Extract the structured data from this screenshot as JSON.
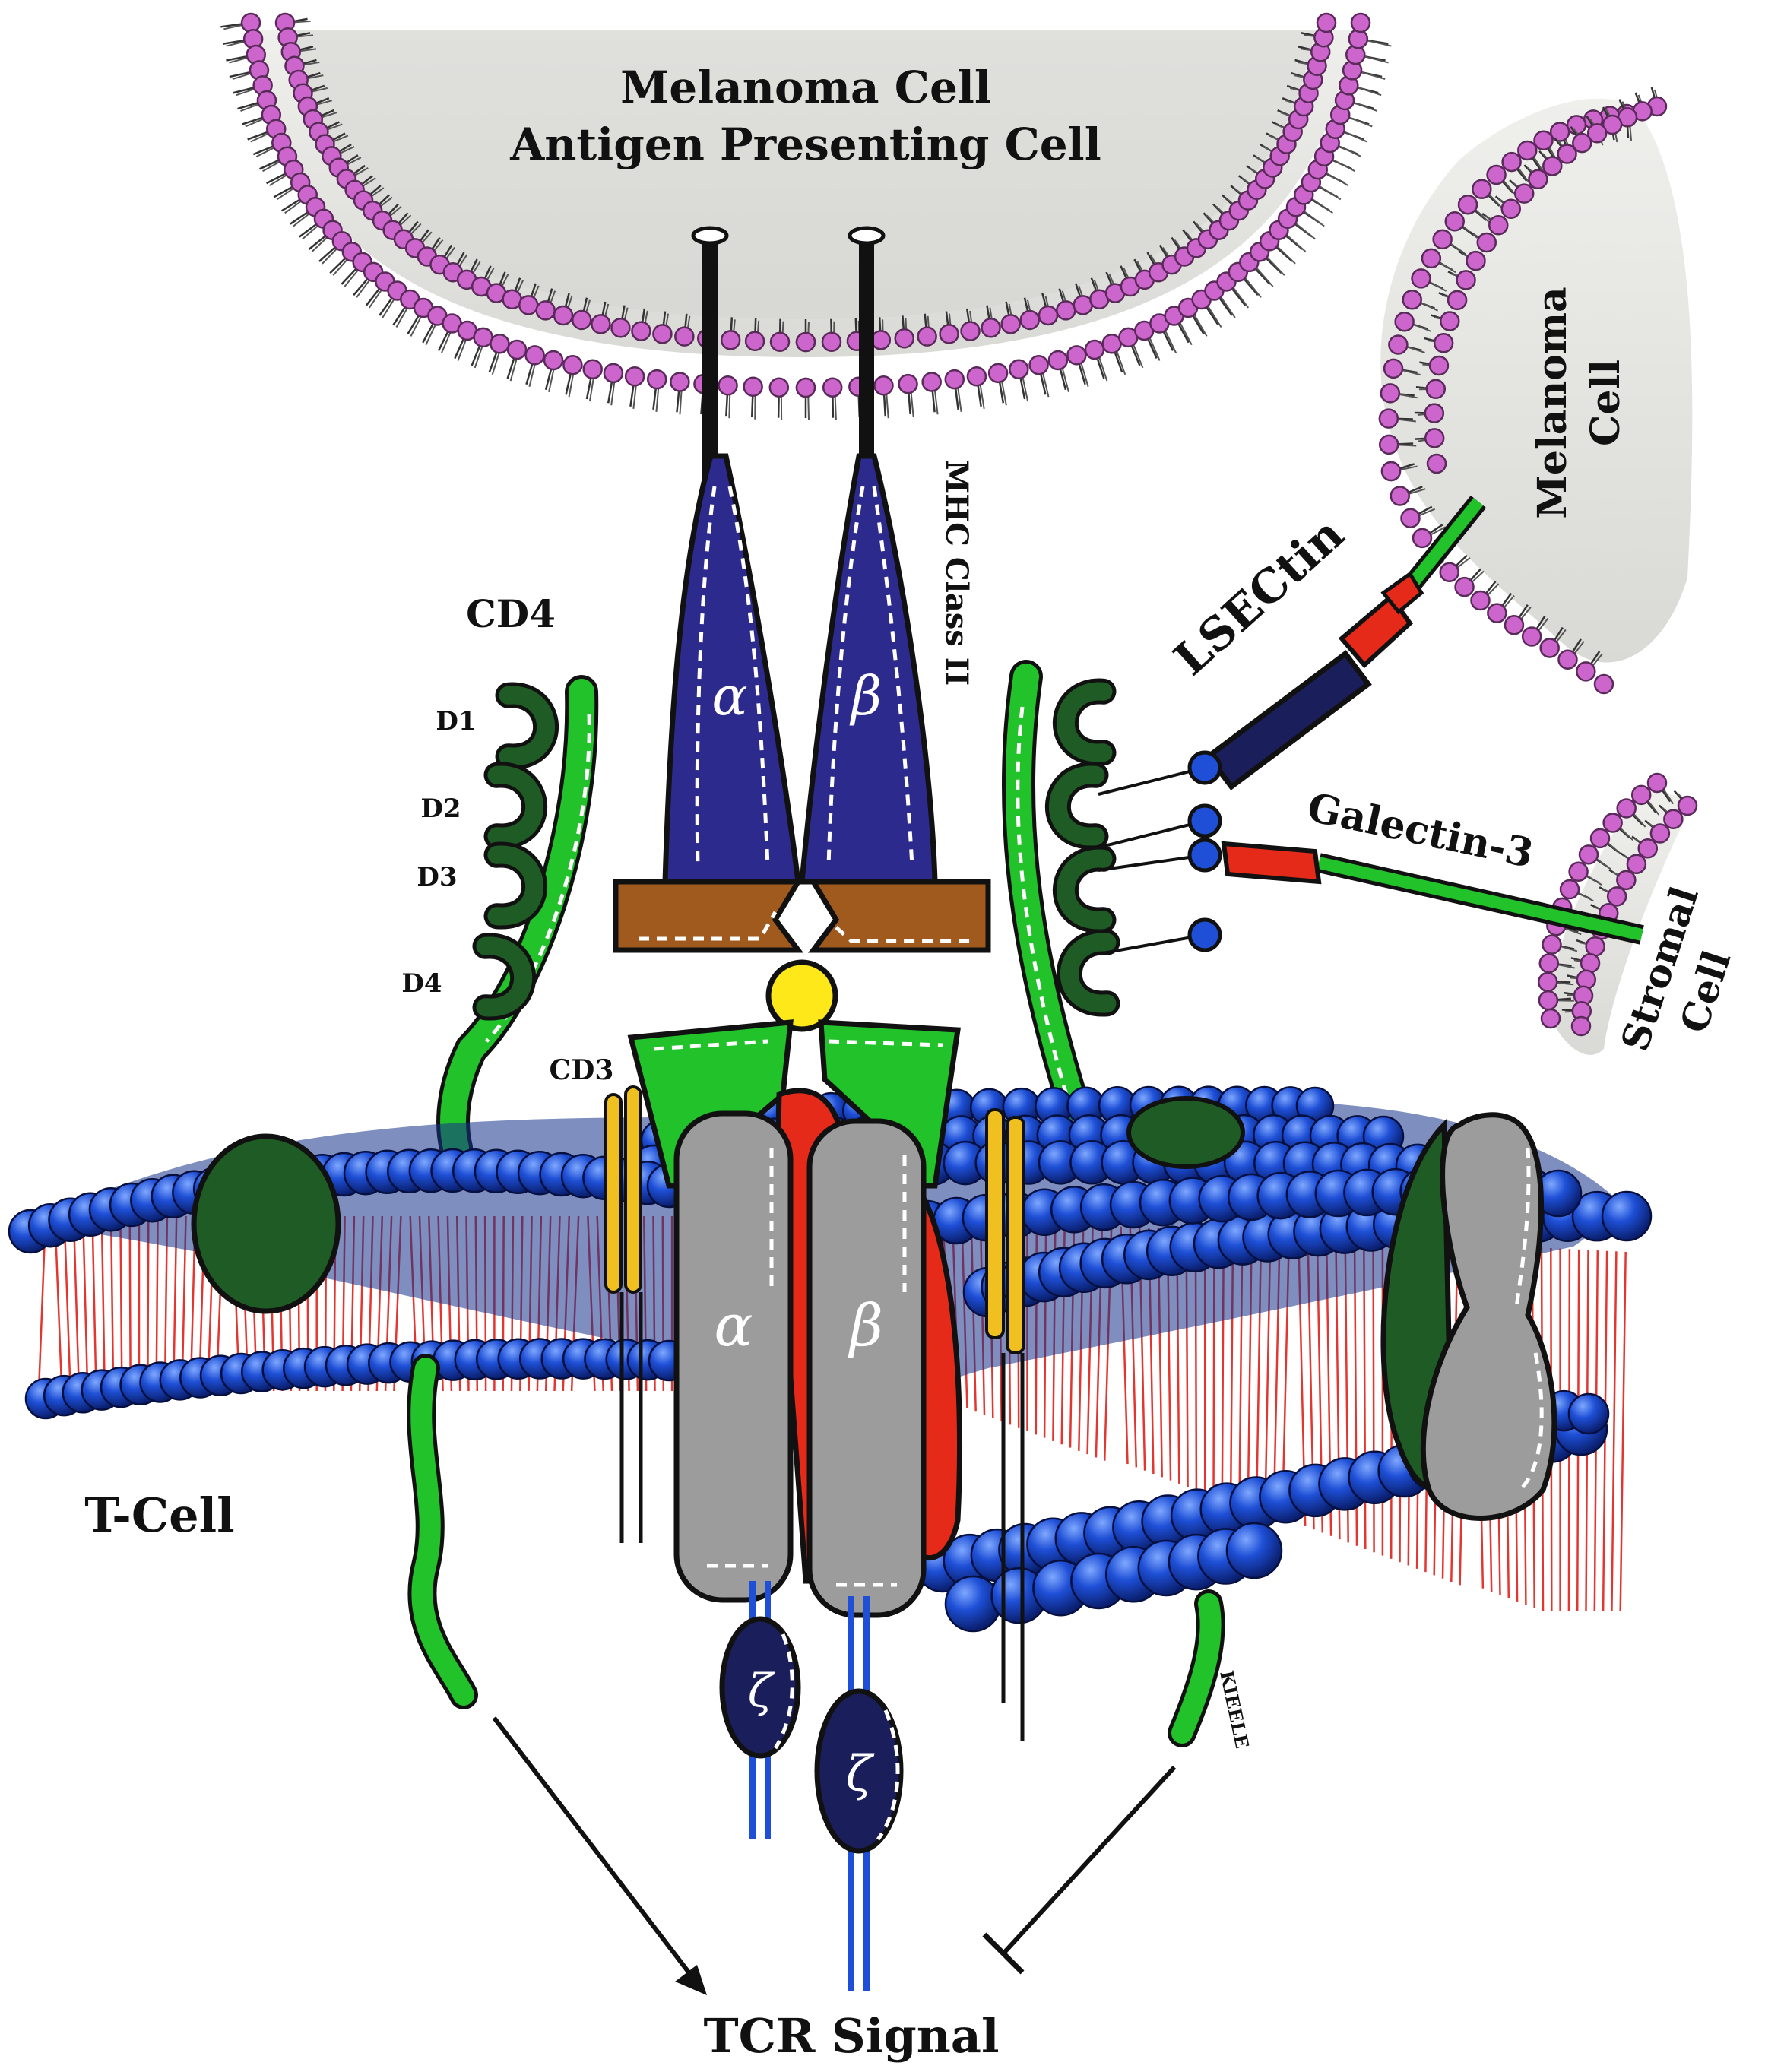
{
  "labels": {
    "apc_line1": "Melanoma Cell",
    "apc_line2": "Antigen Presenting Cell",
    "melanoma_line1": "Melanoma",
    "melanoma_line2": "Cell",
    "stromal_line1": "Stromal",
    "stromal_line2": "Cell",
    "mhc": "MHC Class II",
    "cd4": "CD4",
    "d1": "D1",
    "d2": "D2",
    "d3": "D3",
    "d4": "D4",
    "cd3": "CD3",
    "lsectin": "LSECtin",
    "galectin": "Galectin-3",
    "tcell": "T-Cell",
    "tcr_signal": "TCR Signal",
    "kieele": "KIEELE",
    "mhc_alpha": "α",
    "mhc_beta": "β",
    "tcr_alpha": "α",
    "tcr_beta": "β",
    "zeta1": "ζ",
    "zeta2": "ζ"
  },
  "colors": {
    "cell_gray": "#e4e4e0",
    "lipid_head_purple": "#cc66cc",
    "phospholipid_blue": "#1e4fd6",
    "lipid_tail_red": "#e0211a",
    "mhc_navy": "#2c2a8c",
    "mhc_base_brown": "#a05a1e",
    "cd4_dark_green": "#1f5c25",
    "green": "#22c22a",
    "tcr_gray": "#9c9c9c",
    "red": "#e62a1a",
    "peptide_yellow": "#ffe81a",
    "cd3_gold": "#f0c020",
    "zeta_navy": "#1a1f5c"
  },
  "icons": [
    "phospholipid-head-icon",
    "arrow-head-icon",
    "inhibition-bar-icon"
  ]
}
